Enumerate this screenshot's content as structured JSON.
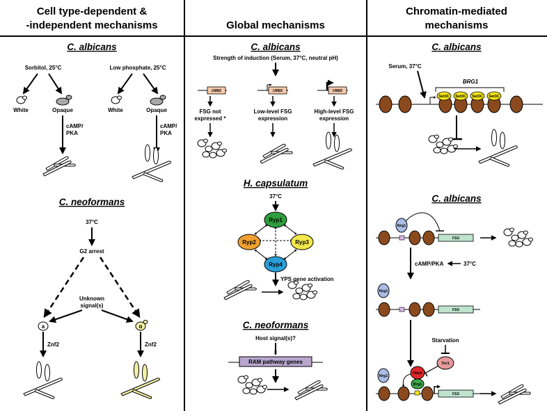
{
  "headers": {
    "col1_line1": "Cell type-dependent &",
    "col1_line2": "-independent mechanisms",
    "col2": "Global mechanisms",
    "col3_line1": "Chromatin-mediated",
    "col3_line2": "mechanisms"
  },
  "col1": {
    "title_top": "C. albicans",
    "cond_left": "Sorbitol, 25°C",
    "cond_right": "Low phosphate, 25°C",
    "white": "White",
    "opaque": "Opaque",
    "camp1": "cAMP/",
    "camp2": "PKA",
    "title_bottom": "C. neoformans",
    "temp": "37°C",
    "g2": "G2 arrest",
    "unknown1": "Unknown",
    "unknown2": "signal(s)",
    "mating_a": "a",
    "mating_alpha": "α",
    "znf2": "Znf2"
  },
  "col2": {
    "title_top": "C. albicans",
    "induction": "Strength of induction (Serum, 37°C, neutral pH)",
    "ume6": "UME6",
    "fsg_not1": "FSG not",
    "fsg_not2": "expressed *",
    "low1": "Low-level FSG",
    "low2": "expression",
    "high1": "High-level FSG",
    "high2": "expression",
    "title_mid": "H. capsulatum",
    "temp": "37°C",
    "ryp1": "Ryp1",
    "ryp2": "Ryp2",
    "ryp3": "Ryp3",
    "ryp4": "Ryp4",
    "yps": "YPS gene activation",
    "title_bottom": "C. neoformans",
    "host": "Host signal(s)?",
    "x_mark": "×",
    "ram": "RAM pathway genes"
  },
  "col3": {
    "title_top": "C. albicans",
    "serum": "Serum, 37°C",
    "brg1": "BRG1",
    "set3c": "Set3C",
    "title_bottom": "C. albicans",
    "nrg1": "Nrg1",
    "fsg": "FSG",
    "camp": "cAMP/PKA",
    "temp": "37°C",
    "starvation": "Starvation",
    "tor1": "Tor1",
    "hda1": "Hda1",
    "brg1_protein": "Brg1"
  },
  "colors": {
    "nucleosome": "#8B4A1E",
    "opaque": "#A8A8A8",
    "alpha": "#F3F0A8",
    "ume6_box": "#F6C9A8",
    "ryp1": "#2E9E3E",
    "ryp2": "#F0A030",
    "ryp3": "#F2E84A",
    "ryp4": "#2A9FD8",
    "ram_box": "#B9A6CE",
    "set3c": "#F2E41C",
    "nrg1": "#A9BCE3",
    "fsg_box": "#BFE4CE",
    "tor1": "#E49A9A",
    "hda1": "#E0262A",
    "brg1": "#3DAA4A"
  }
}
